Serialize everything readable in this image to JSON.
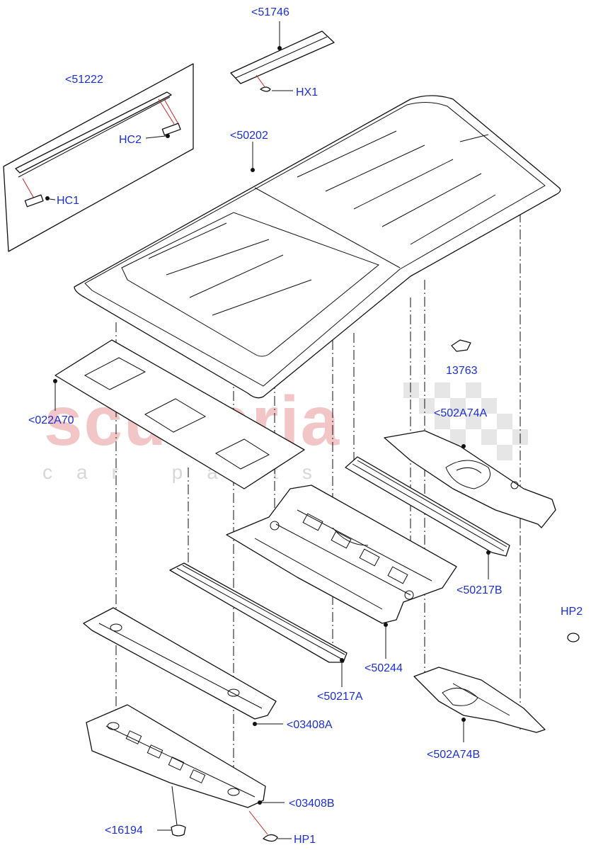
{
  "watermark": {
    "brand": "scuderia",
    "sub": "car parts"
  },
  "labels": {
    "p51746": "<51746",
    "p51222": "<51222",
    "hx1": "HX1",
    "hc2": "HC2",
    "hc1": "HC1",
    "p50202": "<50202",
    "p022a70": "<022A70",
    "p13763": "13763",
    "p502a74a": "<502A74A",
    "p50217b": "<50217B",
    "hp2": "HP2",
    "p50244": "<50244",
    "p50217a": "<50217A",
    "p502a74b": "<502A74B",
    "p03408a": "<03408A",
    "p03408b": "<03408B",
    "p16194": "<16194",
    "hp1": "HP1"
  },
  "colors": {
    "callout_text": "#1a2fd8",
    "line_art": "#111111",
    "leader_red": "#cc2222"
  }
}
